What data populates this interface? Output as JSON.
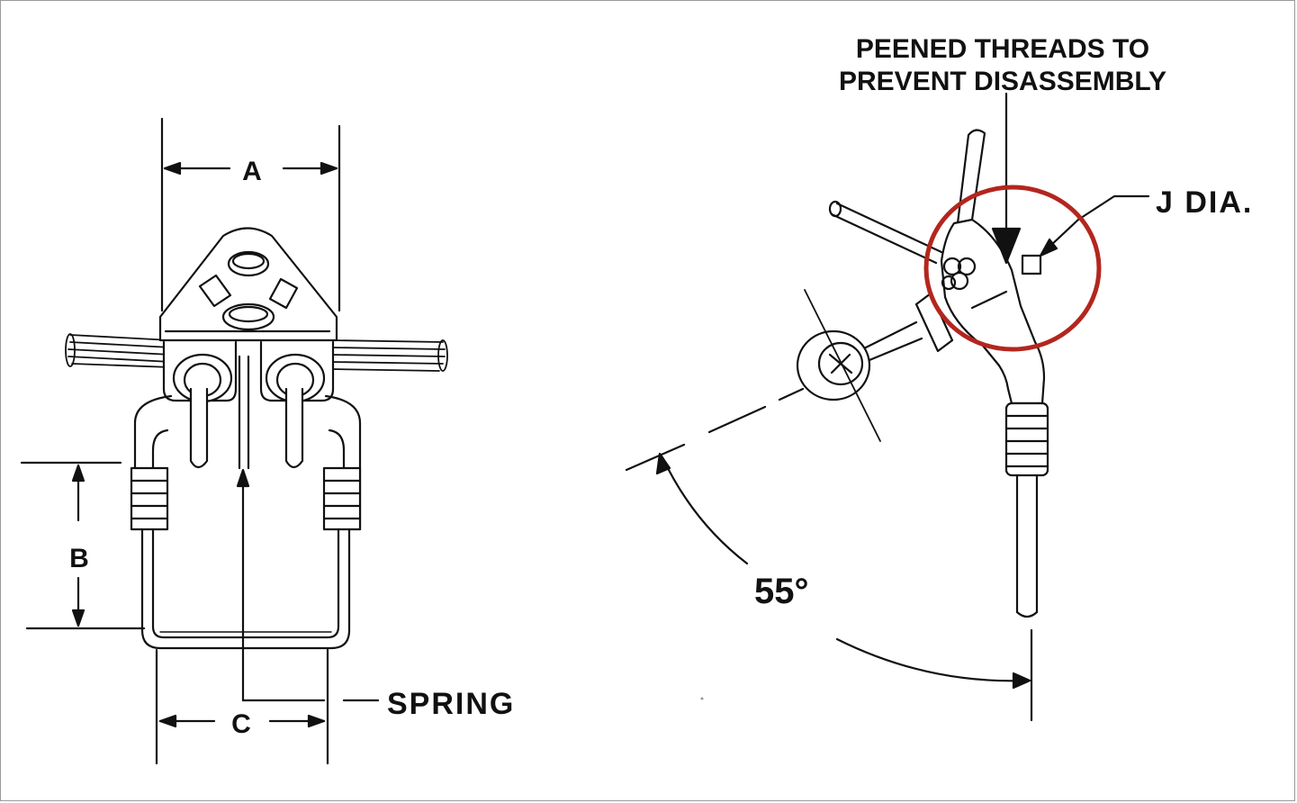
{
  "labels": {
    "dim_a": "A",
    "dim_b": "B",
    "dim_c": "C",
    "spring": "SPRING",
    "peened_line1": "PEENED THREADS TO",
    "peened_line2": "PREVENT DISASSEMBLY",
    "j_dia": "J DIA.",
    "angle": "55°"
  },
  "colors": {
    "ink": "#111111",
    "highlight_circle": "#b3261e"
  }
}
